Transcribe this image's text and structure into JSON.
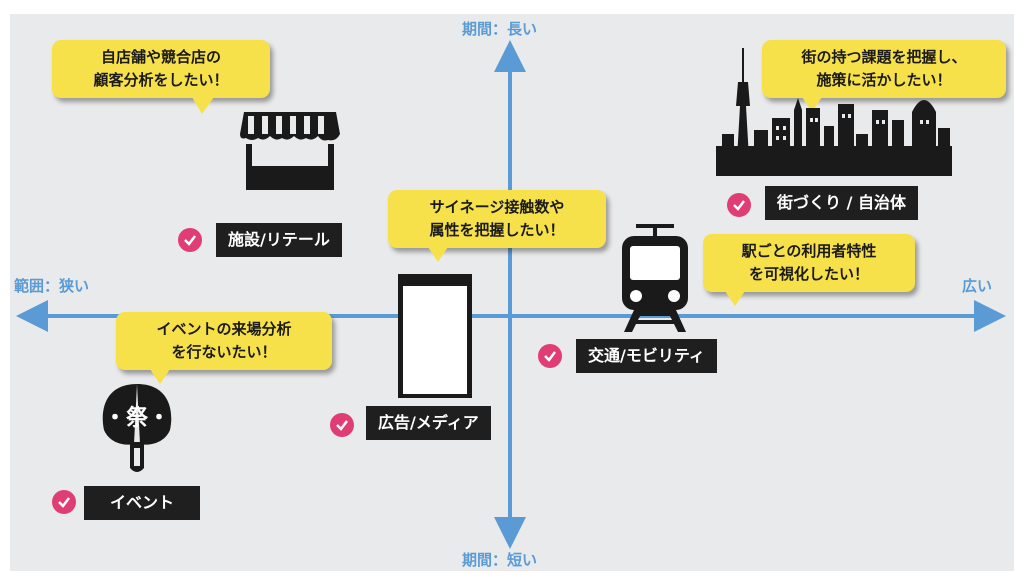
{
  "axes": {
    "top": "期間：長い",
    "bottom": "期間：短い",
    "left": "範囲：狭い",
    "right": "広い"
  },
  "colors": {
    "axis": "#5b9bd5",
    "bubble": "#f7e14a",
    "tag_bg": "#1f1f1f",
    "check": "#e03d74",
    "background": "#e9eaeb"
  },
  "categories": {
    "retail": {
      "tag": "施設/リテール",
      "bubble": [
        "自店舗や競合店の",
        "顧客分析をしたい！"
      ],
      "icon": "storefront-icon"
    },
    "city": {
      "tag": "街づくり / 自治体",
      "bubble": [
        "街の持つ課題を把握し、",
        "施策に活かしたい！"
      ],
      "icon": "city-skyline-icon"
    },
    "advertising": {
      "tag": "広告/メディア",
      "bubble": [
        "サイネージ接触数や",
        "属性を把握したい！"
      ],
      "icon": "signage-icon"
    },
    "transport": {
      "tag": "交通/モビリティ",
      "bubble": [
        "駅ごとの利用者特性",
        "を可視化したい！"
      ],
      "icon": "train-icon"
    },
    "event": {
      "tag": "イベント",
      "bubble": [
        "イベントの来場分析",
        "を行ないたい！"
      ],
      "icon": "festival-fan-icon",
      "icon_text": "・祭・"
    }
  }
}
